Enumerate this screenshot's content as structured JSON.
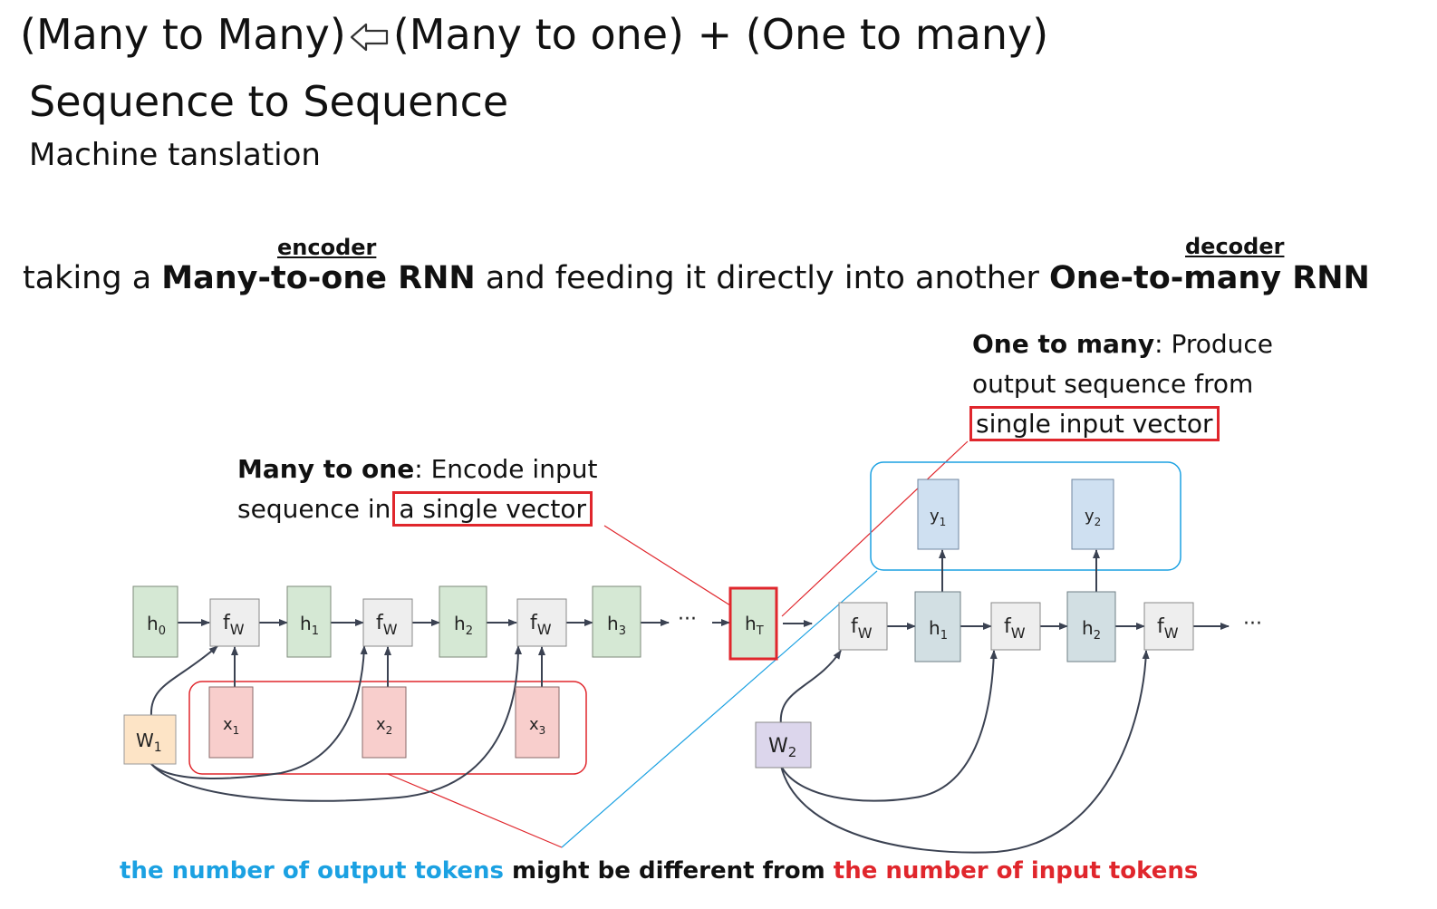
{
  "title": {
    "left_part": "(Many to Many)",
    "right_part": "(Many to one) + (One to many)"
  },
  "subtitle": "Sequence to Sequence",
  "subtitle_small": "Machine tanslation",
  "encoder_label": "encoder",
  "decoder_label": "decoder",
  "sentence": {
    "part1": "taking a ",
    "bold1": "Many-to-one RNN",
    "part2": " and feeding it directly into another ",
    "bold2": "One-to-many RNN"
  },
  "note_right": {
    "bold": "One to many",
    "rest1": ": Produce",
    "line2": "output sequence from",
    "boxed": "single input vector"
  },
  "note_left": {
    "bold": "Many to one",
    "rest1": ": Encode input",
    "line2": "sequence in",
    "boxed": "a single vector"
  },
  "bottom": {
    "blue": "the number of output tokens",
    "black": " might be different from ",
    "red": "the number of input tokens"
  },
  "diagram": {
    "f_label": "f",
    "f_sub": "W",
    "h_label": "h",
    "x_label": "x",
    "y_label": "y",
    "w_label": "W",
    "ellipsis": "···",
    "encoder_h_subs": [
      "0",
      "1",
      "2",
      "3"
    ],
    "hT_sub": "T",
    "x_subs": [
      "1",
      "2",
      "3"
    ],
    "decoder_h_subs": [
      "1",
      "2"
    ],
    "y_subs": [
      "1",
      "2"
    ],
    "w_subs": [
      "1",
      "2"
    ]
  },
  "colors": {
    "red": "#e0262c",
    "blue": "#1ba1e2",
    "green_box": "#d5e8d4",
    "gray_box": "#eeeeee",
    "pink_box": "#f8cecc",
    "orange_box": "#fde4c6",
    "purple_box": "#dcd6ec",
    "blue_box": "#cfe0f1",
    "teal_box": "#d2dfe3",
    "arrow": "#3b4252"
  }
}
